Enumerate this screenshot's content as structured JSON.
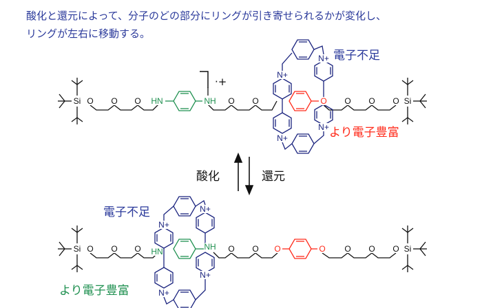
{
  "caption": {
    "line1": "酸化と還元によって、分子のどの部分にリングが引き寄せられるかが変化し、",
    "line2": "リングが左右に移動する。"
  },
  "top_state": {
    "deficient_label": "電子不足",
    "rich_label": "より電子豊富",
    "radical_cation": "·+"
  },
  "equilibrium": {
    "oxidation": "酸化",
    "reduction": "還元"
  },
  "bottom_state": {
    "deficient_label": "電子不足",
    "rich_label": "より電子豊富"
  },
  "atoms": {
    "si": "Si",
    "o": "O",
    "hn": "HN",
    "nh": "NH",
    "nplus": "N+"
  },
  "colors": {
    "caption": "#2b3a9b",
    "ring": "#1a237e",
    "green": "#1f9050",
    "red": "#ff2a1a",
    "black": "#111111"
  }
}
